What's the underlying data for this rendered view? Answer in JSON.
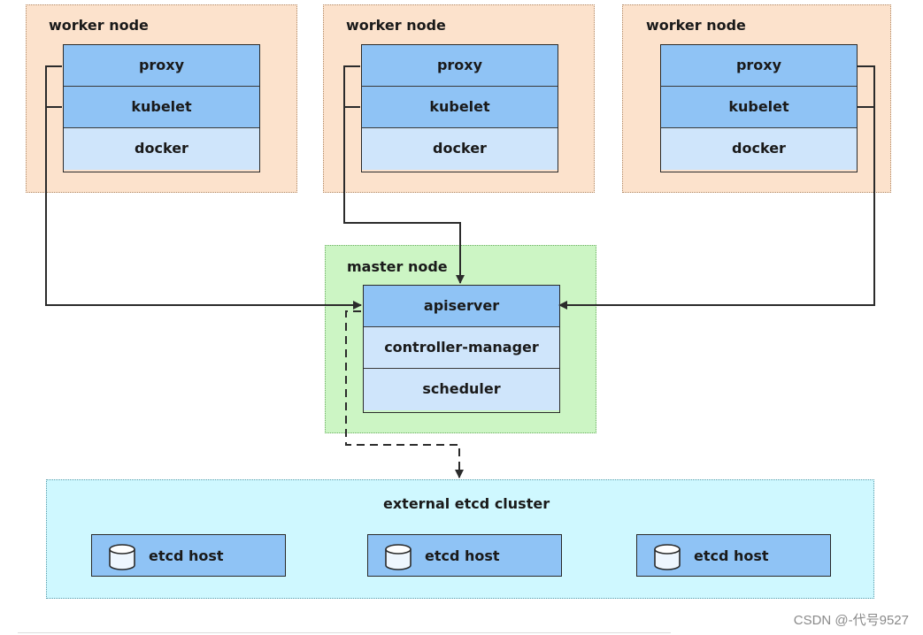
{
  "workers": [
    {
      "title": "worker node",
      "components": [
        "proxy",
        "kubelet",
        "docker"
      ]
    },
    {
      "title": "worker node",
      "components": [
        "proxy",
        "kubelet",
        "docker"
      ]
    },
    {
      "title": "worker node",
      "components": [
        "proxy",
        "kubelet",
        "docker"
      ]
    }
  ],
  "master": {
    "title": "master node",
    "components": [
      "apiserver",
      "controller-manager",
      "scheduler"
    ]
  },
  "etcd": {
    "title": "external etcd cluster",
    "hosts": [
      "etcd host",
      "etcd host",
      "etcd host"
    ]
  },
  "watermark": "CSDN @-代号9527",
  "colors": {
    "worker_bg": "#fce2cc",
    "master_bg": "#ccf5c4",
    "etcd_bg": "#cff8ff",
    "component_dark": "#8fc3f5",
    "component_light": "#cfe5fb"
  }
}
